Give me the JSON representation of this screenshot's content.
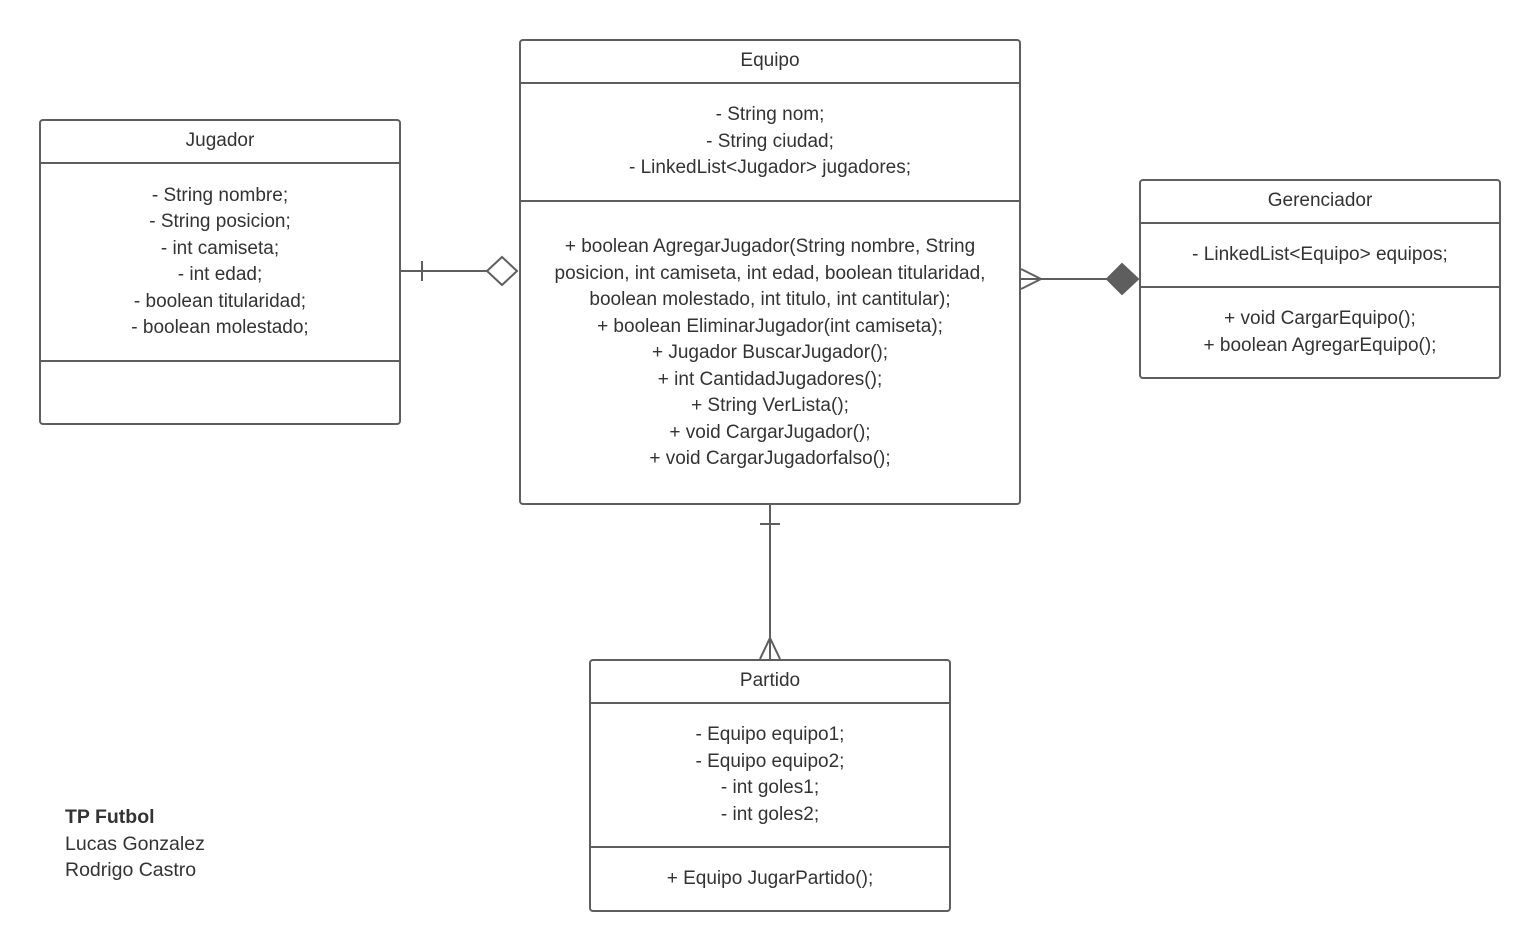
{
  "classes": {
    "jugador": {
      "name": "Jugador",
      "attributes": [
        "- String nombre;",
        "- String posicion;",
        "- int camiseta;",
        "- int edad;",
        "- boolean titularidad;",
        "- boolean molestado;"
      ],
      "operations": []
    },
    "equipo": {
      "name": "Equipo",
      "attributes": [
        "- String nom;",
        "- String ciudad;",
        "- LinkedList<Jugador> jugadores;"
      ],
      "operations": [
        "+ boolean AgregarJugador(String nombre, String posicion, int camiseta, int edad, boolean titularidad, boolean molestado, int titulo, int cantitular);",
        "+ boolean EliminarJugador(int camiseta);",
        "+ Jugador BuscarJugador();",
        "+ int CantidadJugadores();",
        "+ String VerLista();",
        "+ void CargarJugador();",
        "+ void CargarJugadorfalso();"
      ]
    },
    "gerenciador": {
      "name": "Gerenciador",
      "attributes": [
        "- LinkedList<Equipo> equipos;"
      ],
      "operations": [
        "+ void CargarEquipo();",
        "+ boolean AgregarEquipo();"
      ]
    },
    "partido": {
      "name": "Partido",
      "attributes": [
        "- Equipo equipo1;",
        "- Equipo equipo2;",
        "- int goles1;",
        "- int goles2;"
      ],
      "operations": [
        "+ Equipo JugarPartido();"
      ]
    }
  },
  "relationships": [
    {
      "from": "jugador",
      "to": "equipo",
      "from_end": "one",
      "to_end": "aggregation"
    },
    {
      "from": "equipo",
      "to": "gerenciador",
      "from_end": "many",
      "to_end": "composition"
    },
    {
      "from": "equipo",
      "to": "partido",
      "from_end": "one",
      "to_end": "many"
    }
  ],
  "credits": {
    "title": "TP Futbol",
    "authors": [
      "Lucas Gonzalez",
      "Rodrigo Castro"
    ]
  },
  "colors": {
    "stroke": "#5e5e5e",
    "text": "#333333",
    "background": "#ffffff"
  }
}
